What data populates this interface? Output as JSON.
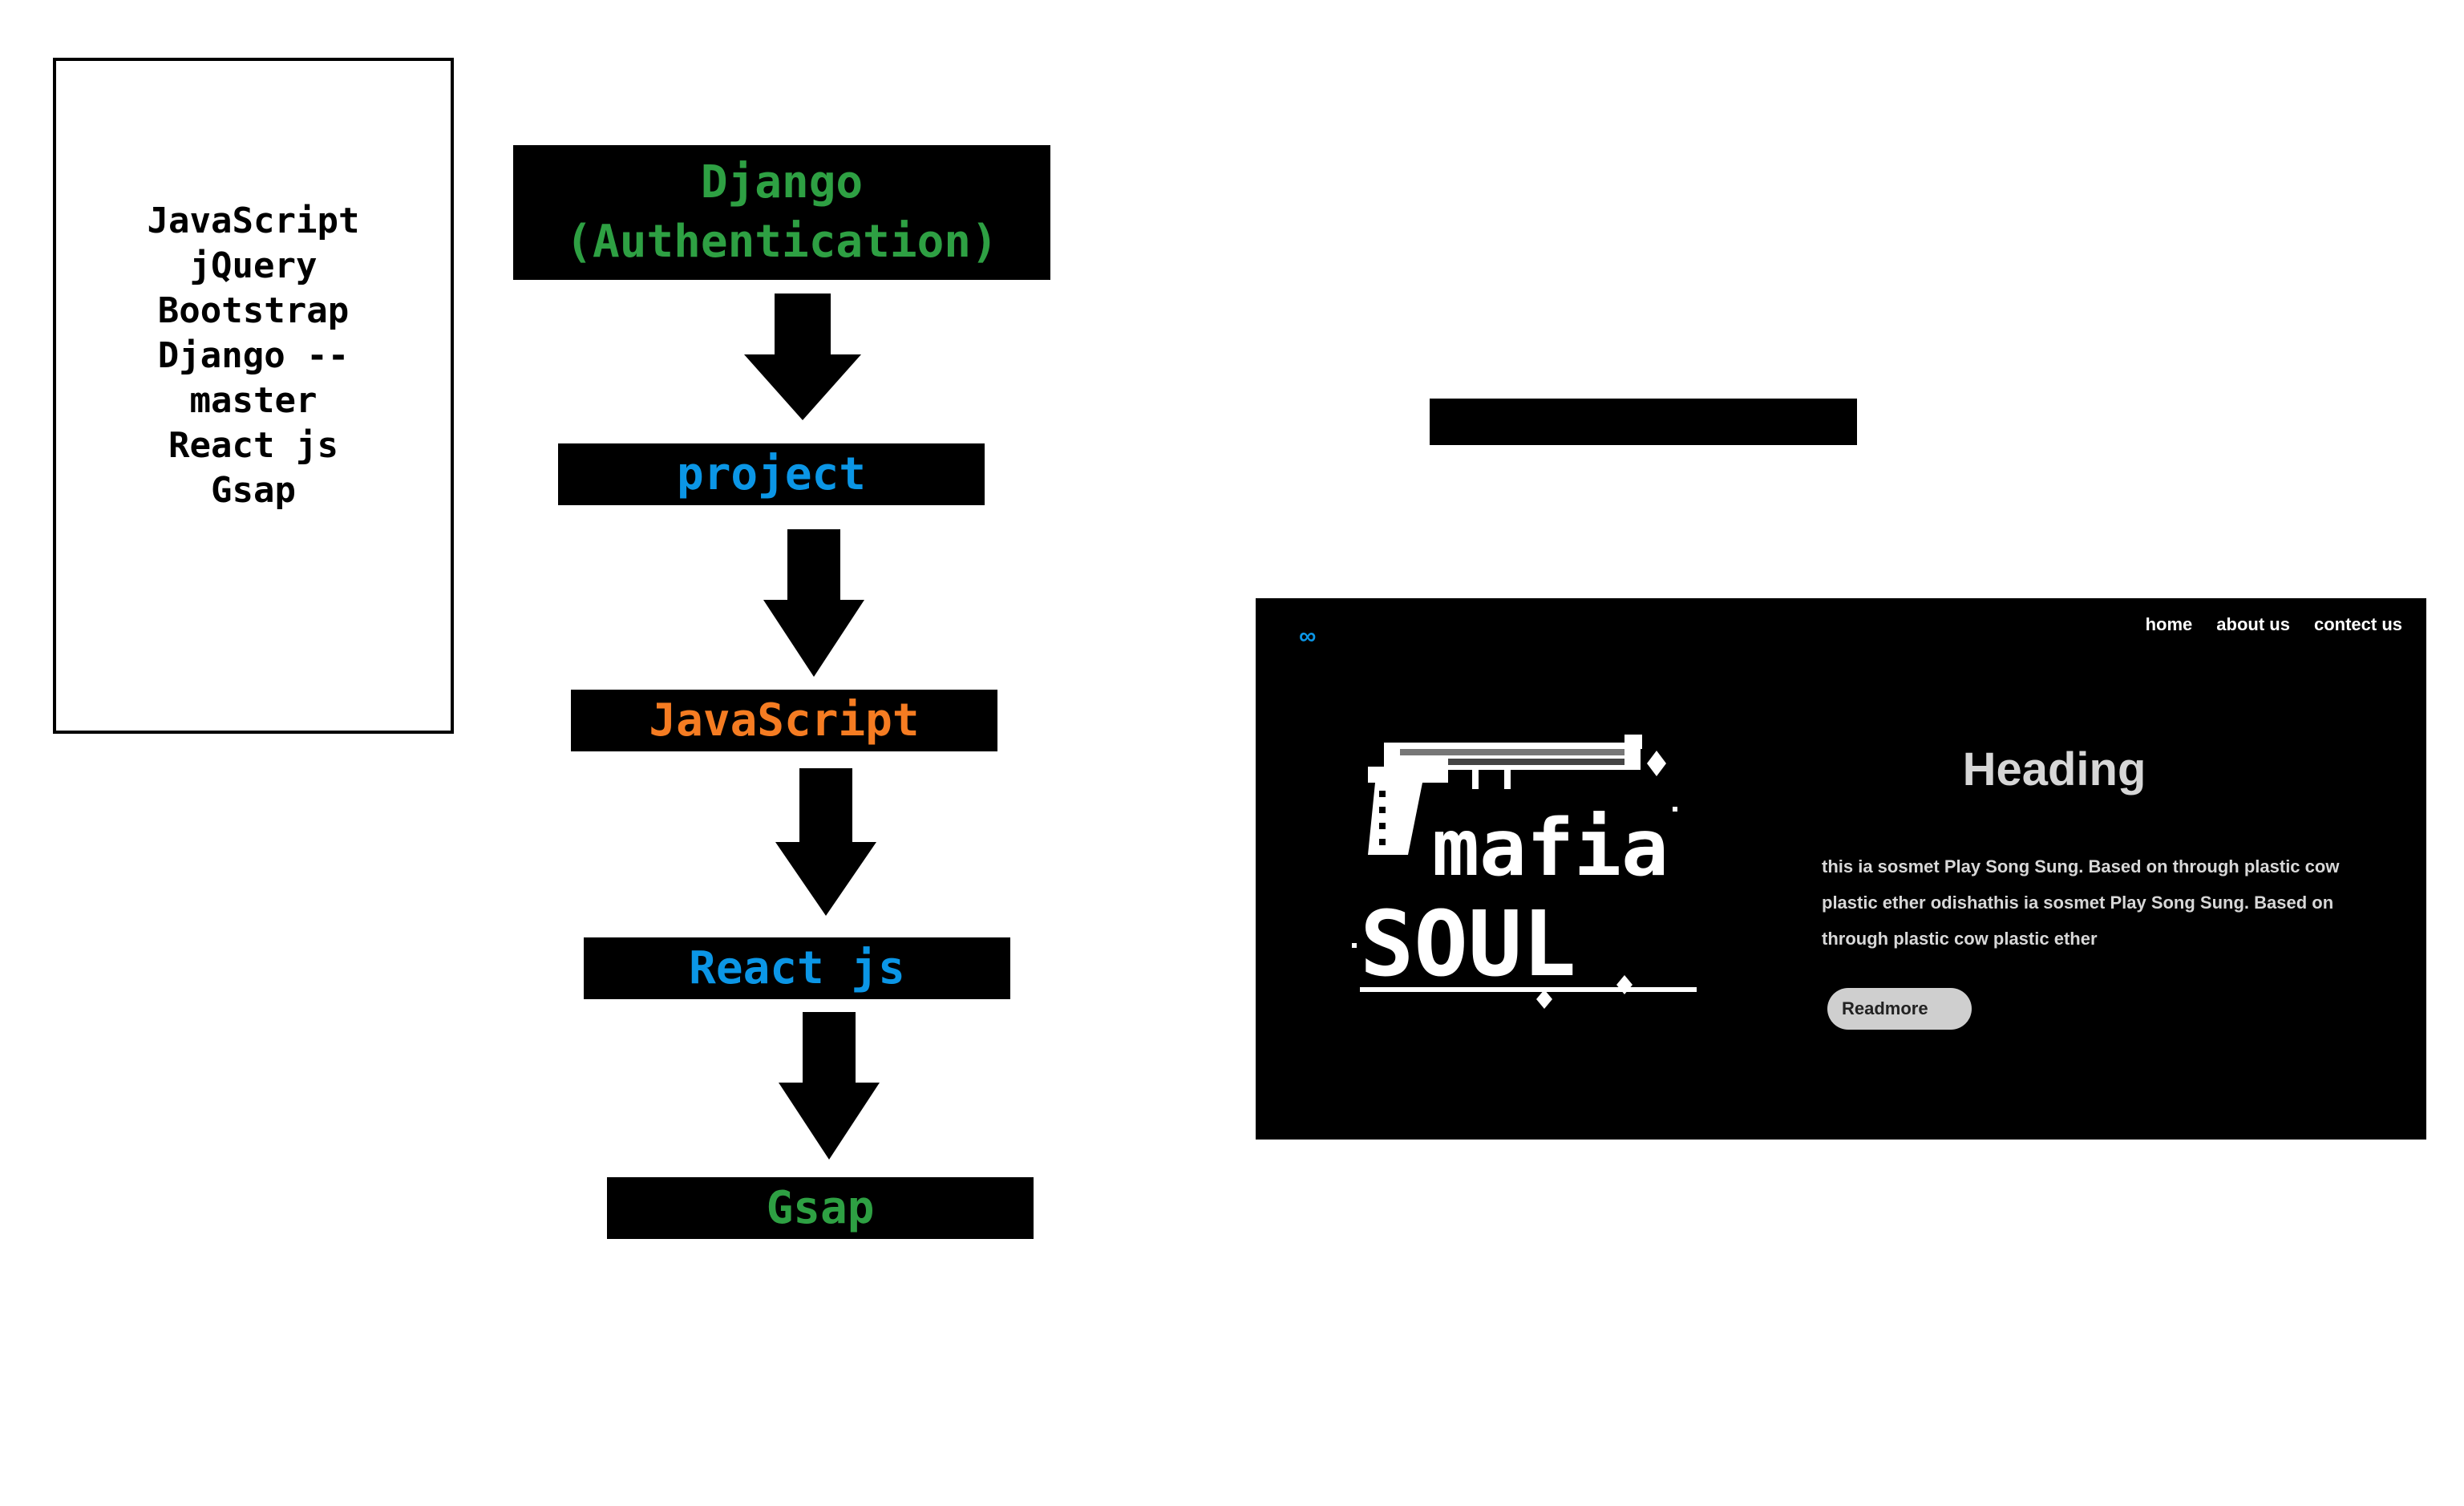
{
  "tech_list": {
    "items": [
      "JavaScript",
      "jQuery",
      "Bootstrap",
      "Django --",
      "master",
      "React js",
      "Gsap"
    ]
  },
  "flow": {
    "django_line1": "Django",
    "django_line2": "(Authentication)",
    "project": "project",
    "javascript": "JavaScript",
    "react": "React js",
    "gsap": "Gsap"
  },
  "colors": {
    "green": "#2ea043",
    "blue": "#0b96e6",
    "orange": "#f57c22"
  },
  "website": {
    "logo_symbol": "∞",
    "nav": [
      "home",
      "about us",
      "contect us"
    ],
    "hero_art_lines": [
      "mafia",
      "SOUL"
    ],
    "heading": "Heading",
    "paragraph": "this ia sosmet Play Song Sung. Based on through plastic cow plastic ether odishathis ia sosmet Play Song Sung. Based on through plastic cow plastic ether",
    "button": "Readmore"
  }
}
